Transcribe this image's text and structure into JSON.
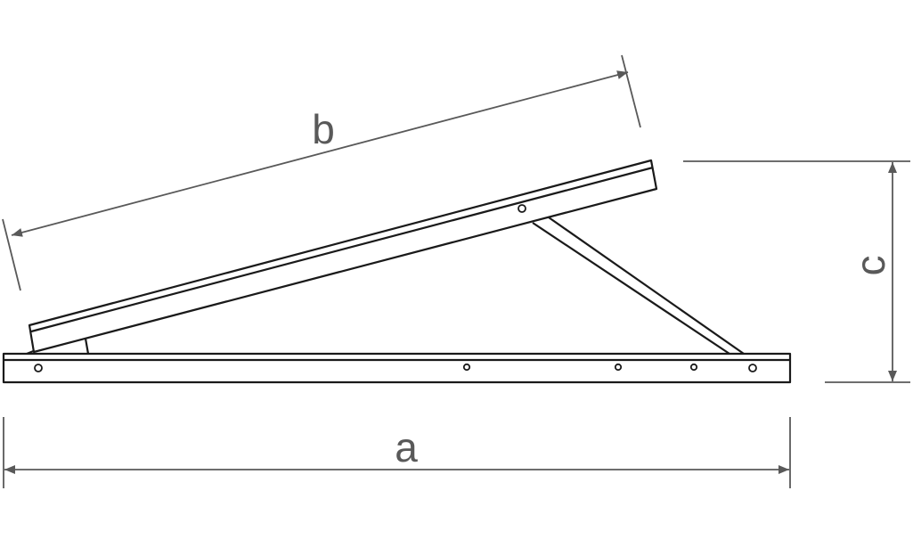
{
  "labels": {
    "a": "a",
    "b": "b",
    "c": "c"
  },
  "colors": {
    "structure": "#1a1a1a",
    "dimension": "#595959",
    "background": "#ffffff"
  }
}
